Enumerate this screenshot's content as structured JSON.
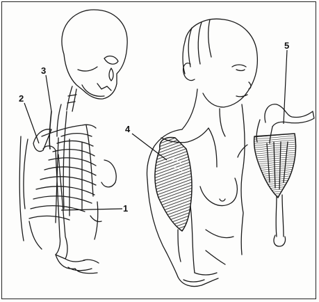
{
  "figure": {
    "labels": [
      {
        "id": "1",
        "text": "1"
      },
      {
        "id": "2",
        "text": "2"
      },
      {
        "id": "3",
        "text": "3"
      },
      {
        "id": "4",
        "text": "4"
      },
      {
        "id": "5",
        "text": "5"
      }
    ]
  },
  "colors": {
    "ink": "#1a1a1a",
    "muscle": "#2b2b2b",
    "paper": "#fdfdfc"
  }
}
